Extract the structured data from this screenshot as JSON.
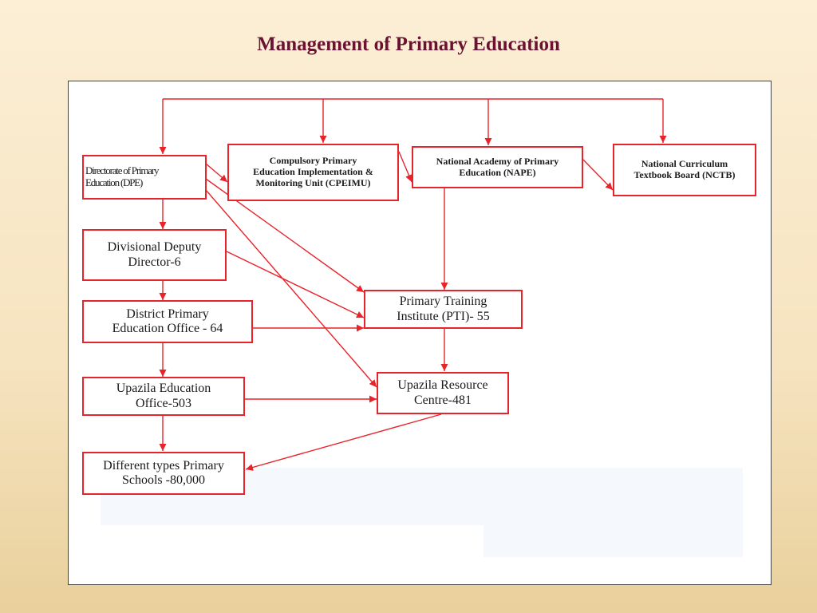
{
  "title": "Management of Primary Education",
  "colors": {
    "accent": "#e8232a",
    "title": "#6b1232"
  },
  "nodes": {
    "dpe": {
      "line1": "Directorate of Primary",
      "line2": "Education (DPE)"
    },
    "cpeimu": {
      "line1": "Compulsory Primary",
      "line2": "Education Implementation &",
      "line3": "Monitoring Unit (CPEIMU)"
    },
    "nape": {
      "line1": "National Academy of Primary",
      "line2": "Education (NAPE)"
    },
    "nctb": {
      "line1": "National Curriculum",
      "line2": "Textbook Board (NCTB)"
    },
    "divisional": {
      "line1": "Divisional Deputy",
      "line2": "Director-6"
    },
    "district": {
      "line1": "District Primary",
      "line2": "Education Office - 64"
    },
    "pti": {
      "line1": "Primary Training",
      "line2": "Institute (PTI)- 55"
    },
    "upazila_office": {
      "line1": "Upazila Education",
      "line2": "Office-503"
    },
    "urc": {
      "line1": "Upazila Resource",
      "line2": "Centre-481"
    },
    "schools": {
      "line1": "Different types Primary",
      "line2": "Schools -80,000"
    }
  }
}
